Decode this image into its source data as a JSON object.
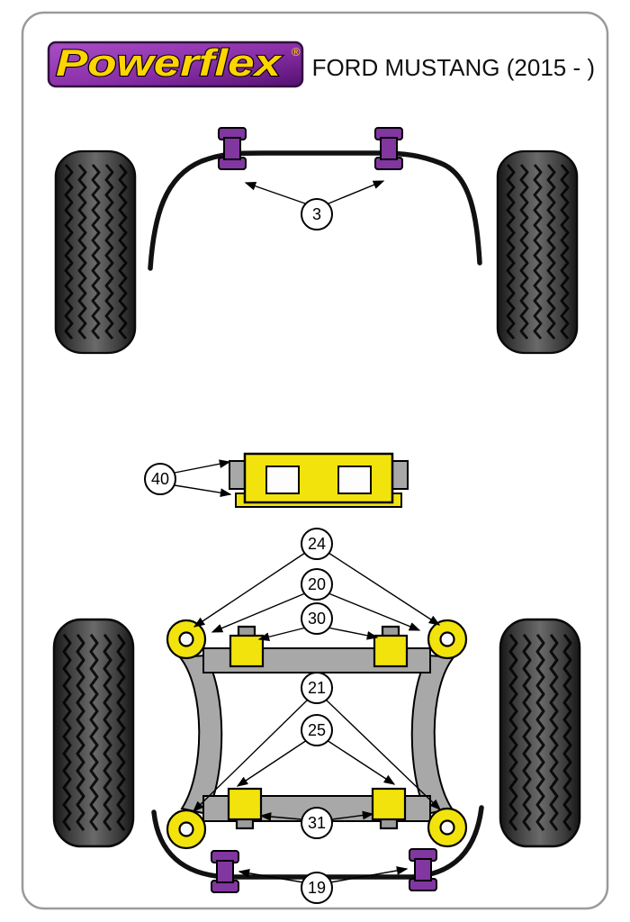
{
  "page": {
    "brand": "Powerflex",
    "registered": "®",
    "title": "FORD MUSTANG (2015 - )"
  },
  "colors": {
    "bush_purple": "#8236a0",
    "part_yellow": "#f2e30c",
    "logo_grad_start": "#a94ec6",
    "logo_grad_mid": "#8a2fa8",
    "logo_grad_end": "#541070",
    "logo_text": "#ffd400"
  },
  "callouts": [
    "3",
    "40",
    "24",
    "20",
    "30",
    "21",
    "25",
    "31",
    "19"
  ]
}
